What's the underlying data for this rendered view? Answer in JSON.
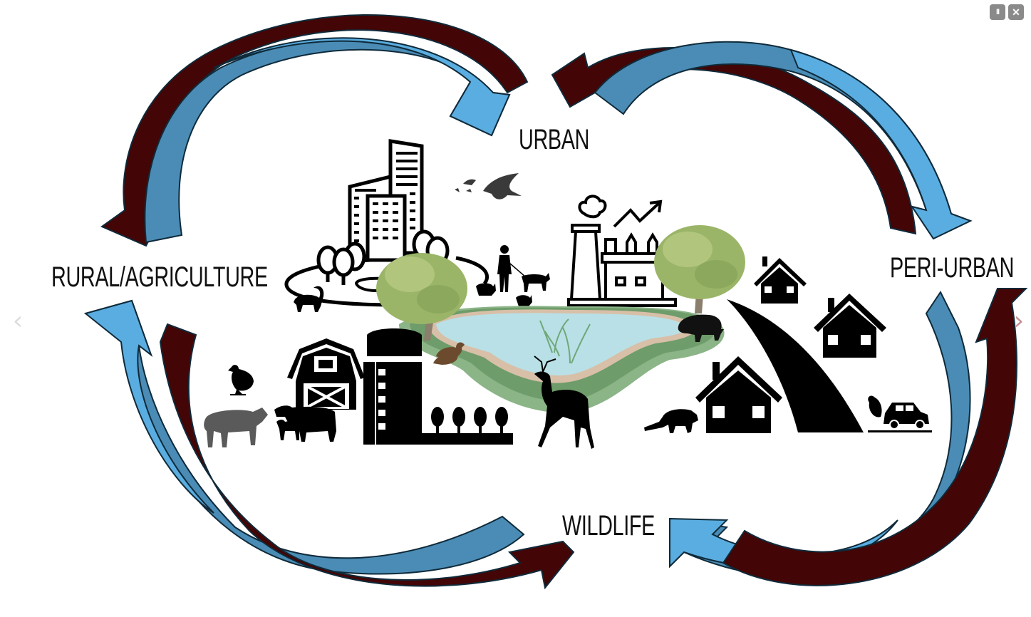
{
  "controls": {
    "pause_icon": "⏸",
    "pause_glyph": "II",
    "close_glyph": "✕",
    "prev_glyph": "‹",
    "next_glyph": "›"
  },
  "diagram": {
    "nodes": {
      "urban": "URBAN",
      "rural": "RURAL/AGRICULTURE",
      "peri_urban": "PERI-URBAN",
      "wildlife": "WILDLIFE"
    },
    "colors": {
      "arrow_dark_red": "#430505",
      "arrow_light_blue": "#5aade0",
      "arrow_mid_blue": "#4a8cb5",
      "arrow_outline": "#0f2a3a",
      "pond_water": "#b9e0e6",
      "pond_shore": "#d8bfa8",
      "pond_grass": "#6e9c6a",
      "tree_foliage": "#9ab567",
      "control_bg": "#8a8a8a"
    },
    "illustrations": [
      "city-buildings",
      "park-trees",
      "birds",
      "person-walking-dog",
      "skunk",
      "factory-with-growth-arrow",
      "tree",
      "pond-with-reeds",
      "ducks",
      "deer",
      "wild-boar",
      "road",
      "houses",
      "raccoon",
      "car-with-exhaust",
      "barn",
      "silo",
      "wheat-crops",
      "chicken",
      "cow",
      "cow-with-calf"
    ]
  }
}
